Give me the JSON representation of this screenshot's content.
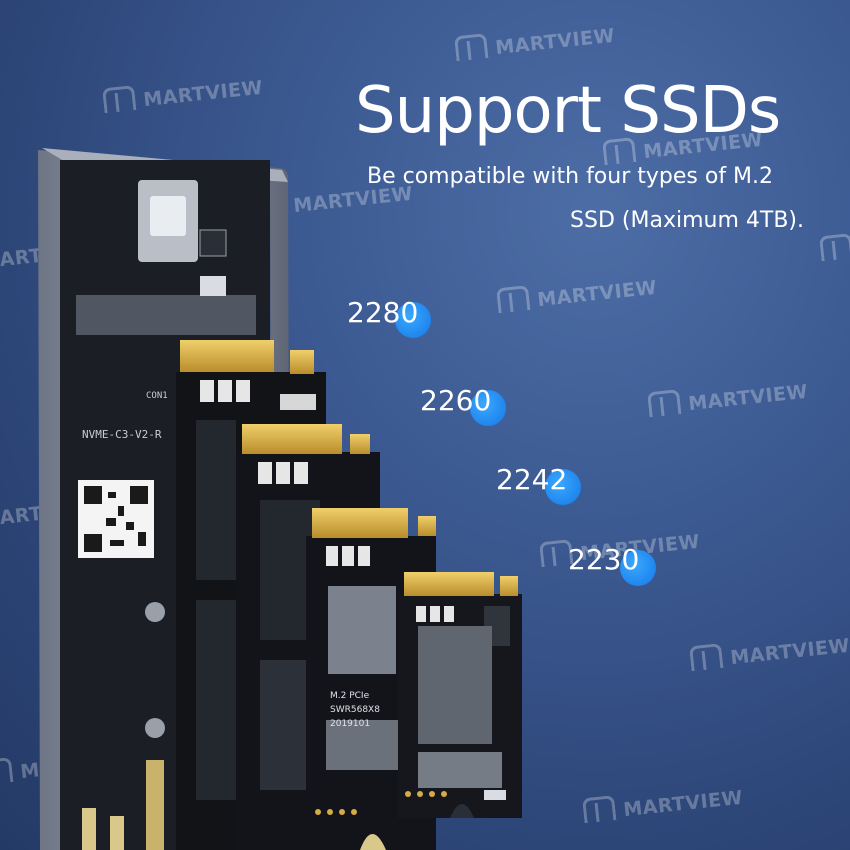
{
  "headline": "Support SSDs",
  "subtitle_line1": "Be compatible with four types of M.2",
  "subtitle_line2": "SSD (Maximum 4TB).",
  "watermark": "MARTVIEW",
  "ssd_sizes": [
    "2280",
    "2260",
    "2242",
    "2230"
  ],
  "board_label": "NVME-C3-V2-R",
  "board_connector": "CON1",
  "chip_label_1": "M.2 PCIe",
  "chip_label_2": "SWR568X8",
  "chip_label_3": "2019101",
  "colors": {
    "background": "#3c5a92",
    "accent": "#1f8cf0",
    "gold": "#d6ad45",
    "pcb": "#15171c"
  }
}
